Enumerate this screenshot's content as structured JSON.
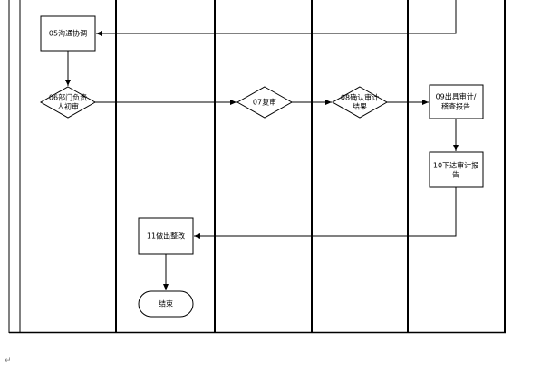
{
  "flowchart": {
    "steps": [
      {
        "lines": [
          "05沟通协调"
        ]
      },
      {
        "lines": [
          "06部门负责",
          "人初审"
        ]
      },
      {
        "lines": [
          "07复审"
        ]
      },
      {
        "lines": [
          "08确认审计",
          "结果"
        ]
      },
      {
        "lines": [
          "09出具审计/",
          "稽查报告"
        ]
      },
      {
        "lines": [
          "10下达审计报",
          "告"
        ]
      },
      {
        "lines": [
          "11做出整改"
        ]
      },
      {
        "lines": [
          "结束"
        ]
      }
    ]
  },
  "document": {
    "paragraph_mark": "↵"
  },
  "colors": {
    "stroke": "#000000",
    "background": "#ffffff",
    "paragraph_mark": "#7f7f7f"
  }
}
